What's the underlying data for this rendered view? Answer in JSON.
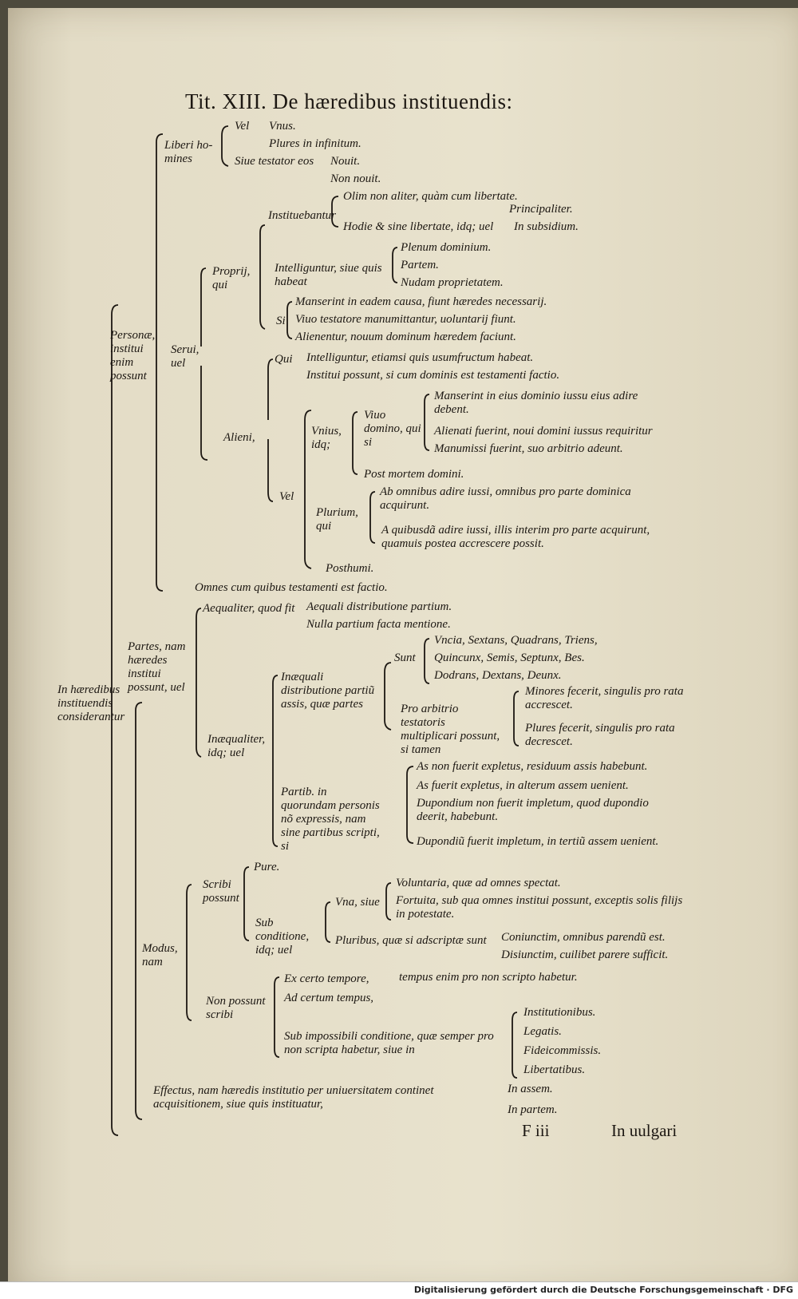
{
  "title": "Tit. XIII. De hæredibus instituendis:",
  "entries": {
    "liberi": "Liberi ho-mines",
    "vel_top": "Vel",
    "vnus": "Vnus.",
    "plures": "Plures in infinitum.",
    "siue_testator": "Siue testator eos",
    "nouit": "Nouit.",
    "non_nouit": "Non nouit.",
    "instituebantur": "Instituebantur",
    "olim": "Olim non aliter, quàm cum libertate.",
    "principaliter": "Principaliter.",
    "hodie": "Hodie & sine libertate, idq; uel",
    "in_subsidium": "In subsidium.",
    "proprij": "Proprij, qui",
    "intelliguntur": "Intelliguntur, siue quis habeat",
    "plenum": "Plenum dominium.",
    "partem": "Partem.",
    "nudam": "Nudam proprietatem.",
    "si": "Si",
    "manserint": "Manserint in eadem causa, fiunt hæredes necessarij.",
    "viuo": "Viuo testatore manumittantur, uoluntarij fiunt.",
    "alienentur": "Alienentur, nouum dominum hæredem faciunt.",
    "personae": "Personæ, institui enim possunt",
    "serui": "Serui, uel",
    "qui": "Qui",
    "intell_etiamsi": "Intelliguntur, etiamsi quis usumfructum habeat.",
    "institui_possunt": "Institui possunt, si cum dominis est testamenti factio.",
    "alieni": "Alieni,",
    "vnius": "Vnius, idq;",
    "viuo_domino": "Viuo domino, qui si",
    "manserint_eius": "Manserint in eius dominio iussu eius adire debent.",
    "alienati": "Alienati fuerint, noui domini iussus requiritur",
    "manumissi": "Manumissi fuerint, suo arbitrio adeunt.",
    "post_mortem": "Post mortem domini.",
    "vel_mid": "Vel",
    "plurium": "Plurium, qui",
    "ab_omnibus": "Ab omnibus adire iussi, omnibus pro parte dominica acquirunt.",
    "a_quibusdam": "A quibusdã adire iussi, illis interim pro parte acquirunt, quamuis postea accrescere possit.",
    "posthumi": "Posthumi.",
    "omnes": "Omnes cum quibus testamenti est factio.",
    "aequaliter": "Aequaliter, quod fit",
    "aequali": "Aequali distributione partium.",
    "nulla": "Nulla partium facta mentione.",
    "partes": "Partes, nam hæredes institui possunt, uel",
    "inaequali": "Inæquali distributione partiũ assis, quæ partes",
    "sunt": "Sunt",
    "vncia": "Vncia, Sextans, Quadrans, Triens,",
    "quincunx": "Quincunx, Semis, Septunx, Bes.",
    "dodrans": "Dodrans, Dextans, Deunx.",
    "pro_arbitrio": "Pro arbitrio testatoris multiplicari possunt, si tamen",
    "minores": "Minores fecerit, singulis pro rata accrescet.",
    "plures_fecerit": "Plures fecerit, singulis pro rata decrescet.",
    "inaequaliter": "Inæqualiter, idq; uel",
    "in_haeredibus": "In hæredibus instituendis considerantur",
    "partib": "Partib. in quorundam personis nõ expressis, nam sine partibus scripti, si",
    "as_non": "As non fuerit expletus, residuum assis habebunt.",
    "as_fuerit": "As fuerit expletus, in alterum assem uenient.",
    "dupondium_non": "Dupondium non fuerit impletum, quod dupondio deerit, habebunt.",
    "dupondium_fuerit": "Dupondiũ fuerit impletum, in tertiũ assem uenient.",
    "scribi": "Scribi possunt",
    "pure": "Pure.",
    "sub_conditione": "Sub conditione, idq; uel",
    "vna_siue": "Vna, siue",
    "voluntaria": "Voluntaria, quæ ad omnes spectat.",
    "fortuita": "Fortuita, sub qua omnes institui possunt, exceptis solis filijs in potestate.",
    "pluribus": "Pluribus, quæ si adscriptæ sunt",
    "coniunctim": "Coniunctim, omnibus parendũ est.",
    "disiunctim": "Disiunctim, cuilibet parere sufficit.",
    "modus": "Modus, nam",
    "non_possunt": "Non possunt scribi",
    "ex_certo": "Ex certo tempore,",
    "tempus_enim": "tempus enim pro non scripto habetur.",
    "ad_certum": "Ad certum tempus,",
    "sub_impossibili": "Sub impossibili conditione, quæ semper pro non scripta habetur, siue in",
    "institutionibus": "Institutionibus.",
    "legatis": "Legatis.",
    "fideicommissis": "Fideicommissis.",
    "libertatibus": "Libertatibus.",
    "effectus": "Effectus, nam hæredis institutio per uniuersitatem continet acquisitionem, siue quis instituatur,",
    "in_assem": "In assem.",
    "in_partem": "In partem."
  },
  "signature": "F iii",
  "catchword": "In uulgari",
  "footer": "Digitalisierung gefördert durch die Deutsche Forschungsgemeinschaft · DFG"
}
